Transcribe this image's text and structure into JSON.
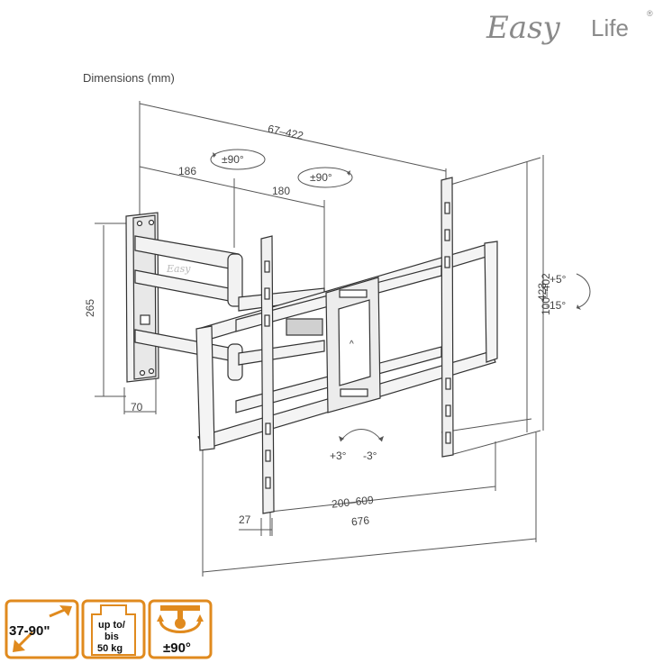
{
  "brand": {
    "logo_primary": "Easy",
    "logo_secondary": "Life",
    "logo_mark": "®",
    "accent_color": "#e08a1e"
  },
  "header": {
    "title": "Dimensions (mm)"
  },
  "dimensions": {
    "arm_reach": "67–422",
    "arm_segment_1": "186",
    "arm_segment_2": "180",
    "swivel_1": "±90°",
    "swivel_2": "±90°",
    "wall_plate_height": "265",
    "wall_plate_width": "70",
    "tilt_up": "+5°",
    "tilt_down": "-15°",
    "vesa_vertical": "100–402",
    "bracket_height": "423",
    "rotation_left": "+3°",
    "rotation_right": "-3°",
    "vesa_horizontal": "200–609",
    "rail_width": "27",
    "bracket_width": "676"
  },
  "badges": {
    "screen_size": "37-90\"",
    "load_line1": "up to/",
    "load_line2": "bis",
    "load_line3": "50 kg",
    "swivel": "±90°"
  }
}
